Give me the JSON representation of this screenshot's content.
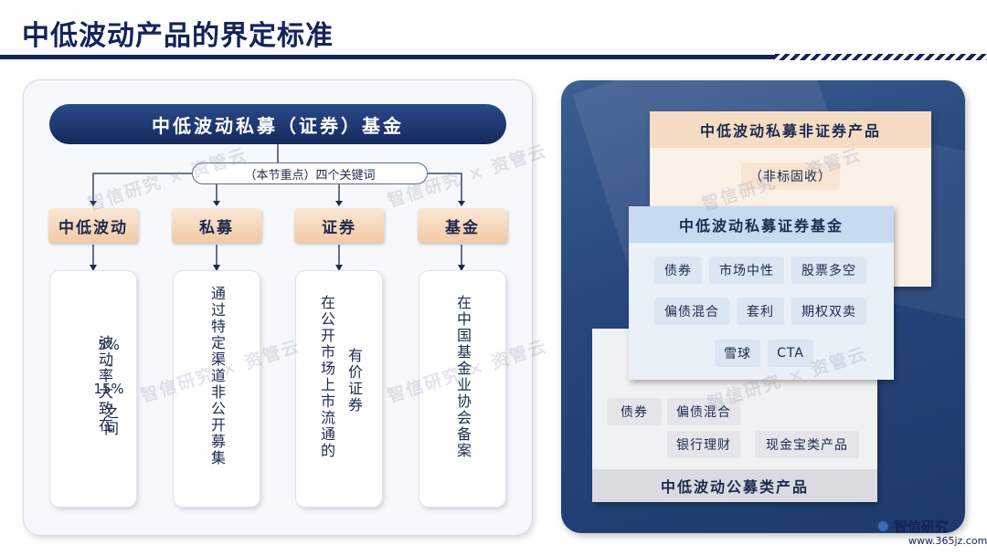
{
  "header": {
    "title": "中低波动产品的界定标准"
  },
  "left": {
    "main_banner": "中低波动私募（证券）基金",
    "keyword_pill": "（本节重点）四个关键词",
    "keywords": [
      "中低波动",
      "私募",
      "证券",
      "基金"
    ],
    "descriptions": {
      "volatility": {
        "col1": "波动率大致在",
        "col2_top": "5%",
        "col2_mid": "~",
        "col2_bottom": "15%",
        "col2_end": "之间"
      },
      "private": "通过特定渠道非公开募集",
      "securities": {
        "col1": "在公开市场上市流通的",
        "col2": "有价证券"
      },
      "fund": "在中国基金业协会备案"
    }
  },
  "right": {
    "non_securities": {
      "title": "中低波动私募非证券产品",
      "items": [
        "（非标固收）"
      ]
    },
    "securities_fund": {
      "title": "中低波动私募证券基金",
      "items": [
        "债券",
        "市场中性",
        "股票多空",
        "偏债混合",
        "套利",
        "期权双卖",
        "雪球",
        "CTA"
      ]
    },
    "public": {
      "title": "中低波动公募类产品",
      "items": [
        "债券",
        "偏债混合",
        "银行理财",
        "现金宝类产品"
      ]
    }
  },
  "watermark": {
    "text": "智信研究 × 资管云"
  },
  "footer": {
    "logo": "智信研究",
    "url": "www.365jz.com"
  }
}
